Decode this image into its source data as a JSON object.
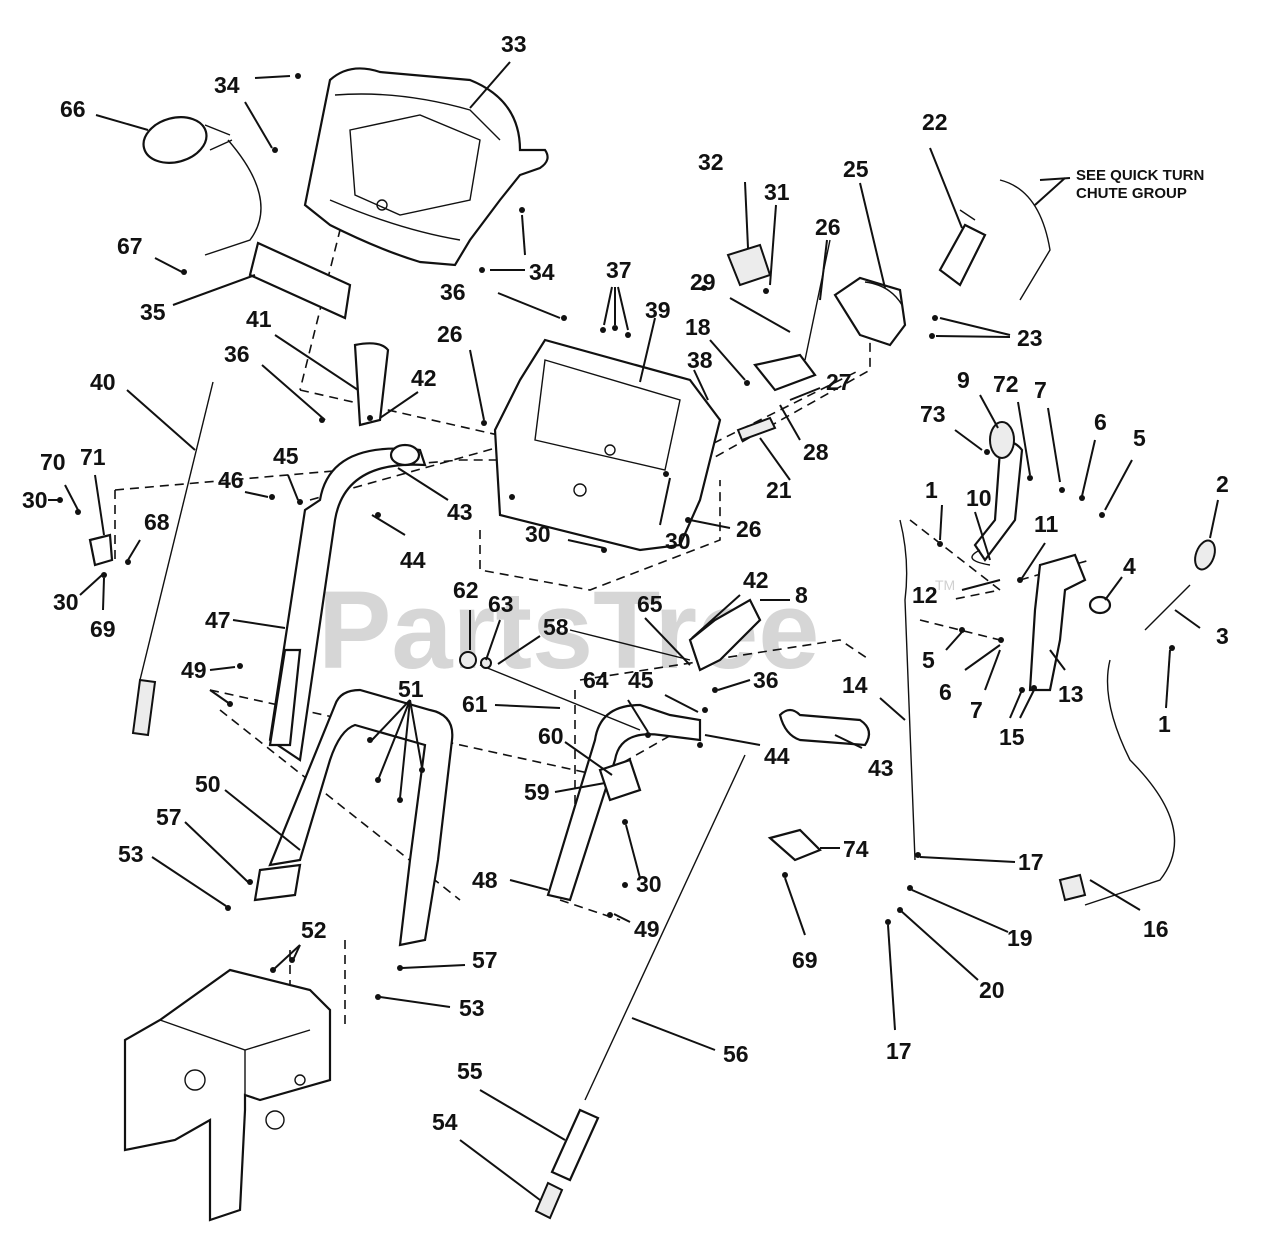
{
  "watermark": {
    "text": "PartsTree",
    "trademark": "TM"
  },
  "note": {
    "line1": "SEE QUICK TURN",
    "line2": "CHUTE GROUP"
  },
  "callouts": [
    {
      "id": "c33",
      "text": "33"
    },
    {
      "id": "c34a",
      "text": "34"
    },
    {
      "id": "c66",
      "text": "66"
    },
    {
      "id": "c67",
      "text": "67"
    },
    {
      "id": "c34b",
      "text": "34"
    },
    {
      "id": "c36a",
      "text": "36"
    },
    {
      "id": "c35",
      "text": "35"
    },
    {
      "id": "c41",
      "text": "41"
    },
    {
      "id": "c36b",
      "text": "36"
    },
    {
      "id": "c42a",
      "text": "42"
    },
    {
      "id": "c40",
      "text": "40"
    },
    {
      "id": "c26a",
      "text": "26"
    },
    {
      "id": "c37",
      "text": "37"
    },
    {
      "id": "c39",
      "text": "39"
    },
    {
      "id": "c38",
      "text": "38"
    },
    {
      "id": "c32",
      "text": "32"
    },
    {
      "id": "c31",
      "text": "31"
    },
    {
      "id": "c26b",
      "text": "26"
    },
    {
      "id": "c25",
      "text": "25"
    },
    {
      "id": "c22",
      "text": "22"
    },
    {
      "id": "c29",
      "text": "29"
    },
    {
      "id": "c18",
      "text": "18"
    },
    {
      "id": "c23",
      "text": "23"
    },
    {
      "id": "c27",
      "text": "27"
    },
    {
      "id": "c28",
      "text": "28"
    },
    {
      "id": "c21",
      "text": "21"
    },
    {
      "id": "c9",
      "text": "9"
    },
    {
      "id": "c72",
      "text": "72"
    },
    {
      "id": "c7a",
      "text": "7"
    },
    {
      "id": "c73",
      "text": "73"
    },
    {
      "id": "c6a",
      "text": "6"
    },
    {
      "id": "c5a",
      "text": "5"
    },
    {
      "id": "c2",
      "text": "2"
    },
    {
      "id": "c45a",
      "text": "45"
    },
    {
      "id": "c46",
      "text": "46"
    },
    {
      "id": "c43a",
      "text": "43"
    },
    {
      "id": "c70",
      "text": "70"
    },
    {
      "id": "c71",
      "text": "71"
    },
    {
      "id": "c30a",
      "text": "30"
    },
    {
      "id": "c68",
      "text": "68"
    },
    {
      "id": "c30b",
      "text": "30"
    },
    {
      "id": "c69a",
      "text": "69"
    },
    {
      "id": "c44a",
      "text": "44"
    },
    {
      "id": "c30c",
      "text": "30"
    },
    {
      "id": "c30d",
      "text": "30"
    },
    {
      "id": "c26c",
      "text": "26"
    },
    {
      "id": "c1a",
      "text": "1"
    },
    {
      "id": "c10",
      "text": "10"
    },
    {
      "id": "c11",
      "text": "11"
    },
    {
      "id": "c4",
      "text": "4"
    },
    {
      "id": "c12",
      "text": "12"
    },
    {
      "id": "c3",
      "text": "3"
    },
    {
      "id": "c47",
      "text": "47"
    },
    {
      "id": "c62",
      "text": "62"
    },
    {
      "id": "c63",
      "text": "63"
    },
    {
      "id": "c58",
      "text": "58"
    },
    {
      "id": "c65",
      "text": "65"
    },
    {
      "id": "c42b",
      "text": "42"
    },
    {
      "id": "c8",
      "text": "8"
    },
    {
      "id": "c5b",
      "text": "5"
    },
    {
      "id": "c6b",
      "text": "6"
    },
    {
      "id": "c7b",
      "text": "7"
    },
    {
      "id": "c13",
      "text": "13"
    },
    {
      "id": "c1b",
      "text": "1"
    },
    {
      "id": "c15",
      "text": "15"
    },
    {
      "id": "c14",
      "text": "14"
    },
    {
      "id": "c49a",
      "text": "49"
    },
    {
      "id": "c51",
      "text": "51"
    },
    {
      "id": "c64",
      "text": "64"
    },
    {
      "id": "c45b",
      "text": "45"
    },
    {
      "id": "c36c",
      "text": "36"
    },
    {
      "id": "c61",
      "text": "61"
    },
    {
      "id": "c60",
      "text": "60"
    },
    {
      "id": "c44b",
      "text": "44"
    },
    {
      "id": "c43b",
      "text": "43"
    },
    {
      "id": "c59",
      "text": "59"
    },
    {
      "id": "c50",
      "text": "50"
    },
    {
      "id": "c57a",
      "text": "57"
    },
    {
      "id": "c53a",
      "text": "53"
    },
    {
      "id": "c74",
      "text": "74"
    },
    {
      "id": "c30e",
      "text": "30"
    },
    {
      "id": "c48",
      "text": "48"
    },
    {
      "id": "c17a",
      "text": "17"
    },
    {
      "id": "c49b",
      "text": "49"
    },
    {
      "id": "c19",
      "text": "19"
    },
    {
      "id": "c16",
      "text": "16"
    },
    {
      "id": "c52",
      "text": "52"
    },
    {
      "id": "c69b",
      "text": "69"
    },
    {
      "id": "c57b",
      "text": "57"
    },
    {
      "id": "c20",
      "text": "20"
    },
    {
      "id": "c53b",
      "text": "53"
    },
    {
      "id": "c17b",
      "text": "17"
    },
    {
      "id": "c56",
      "text": "56"
    },
    {
      "id": "c55",
      "text": "55"
    },
    {
      "id": "c54",
      "text": "54"
    }
  ]
}
